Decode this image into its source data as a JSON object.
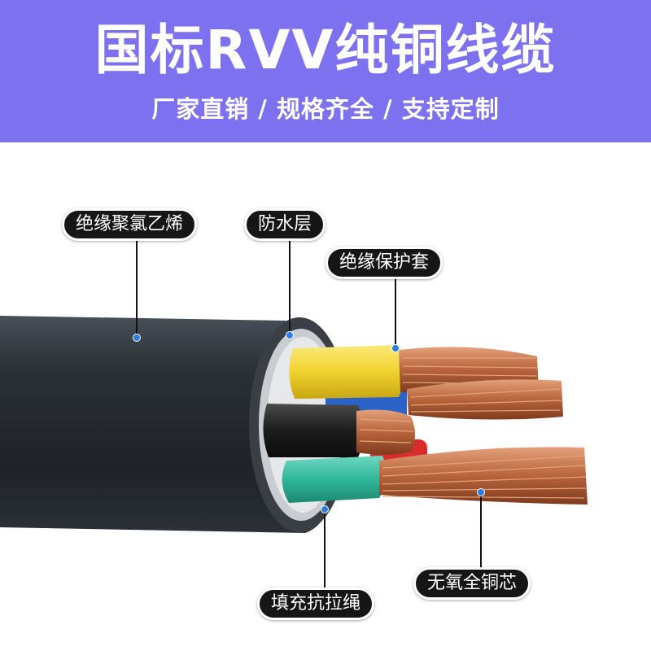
{
  "header": {
    "title": "国标RVV纯铜线缆",
    "subtitle": "厂家直销 / 规格齐全 / 支持定制"
  },
  "labels": {
    "insulation_pvc": "绝缘聚氯乙烯",
    "waterproof_layer": "防水层",
    "insulation_sheath": "绝缘保护套",
    "filler_rope": "填充抗拉绳",
    "oxygen_free_copper": "无氧全铜芯"
  },
  "colors": {
    "banner": "#7d71f0",
    "jacket": "#262b30",
    "core_yellow": "#f0d22e",
    "core_blue": "#2a62c8",
    "core_black": "#1a1a1a",
    "core_green": "#2fb79a",
    "copper": "#b8643c",
    "marker_dot": "#2a7de1"
  }
}
